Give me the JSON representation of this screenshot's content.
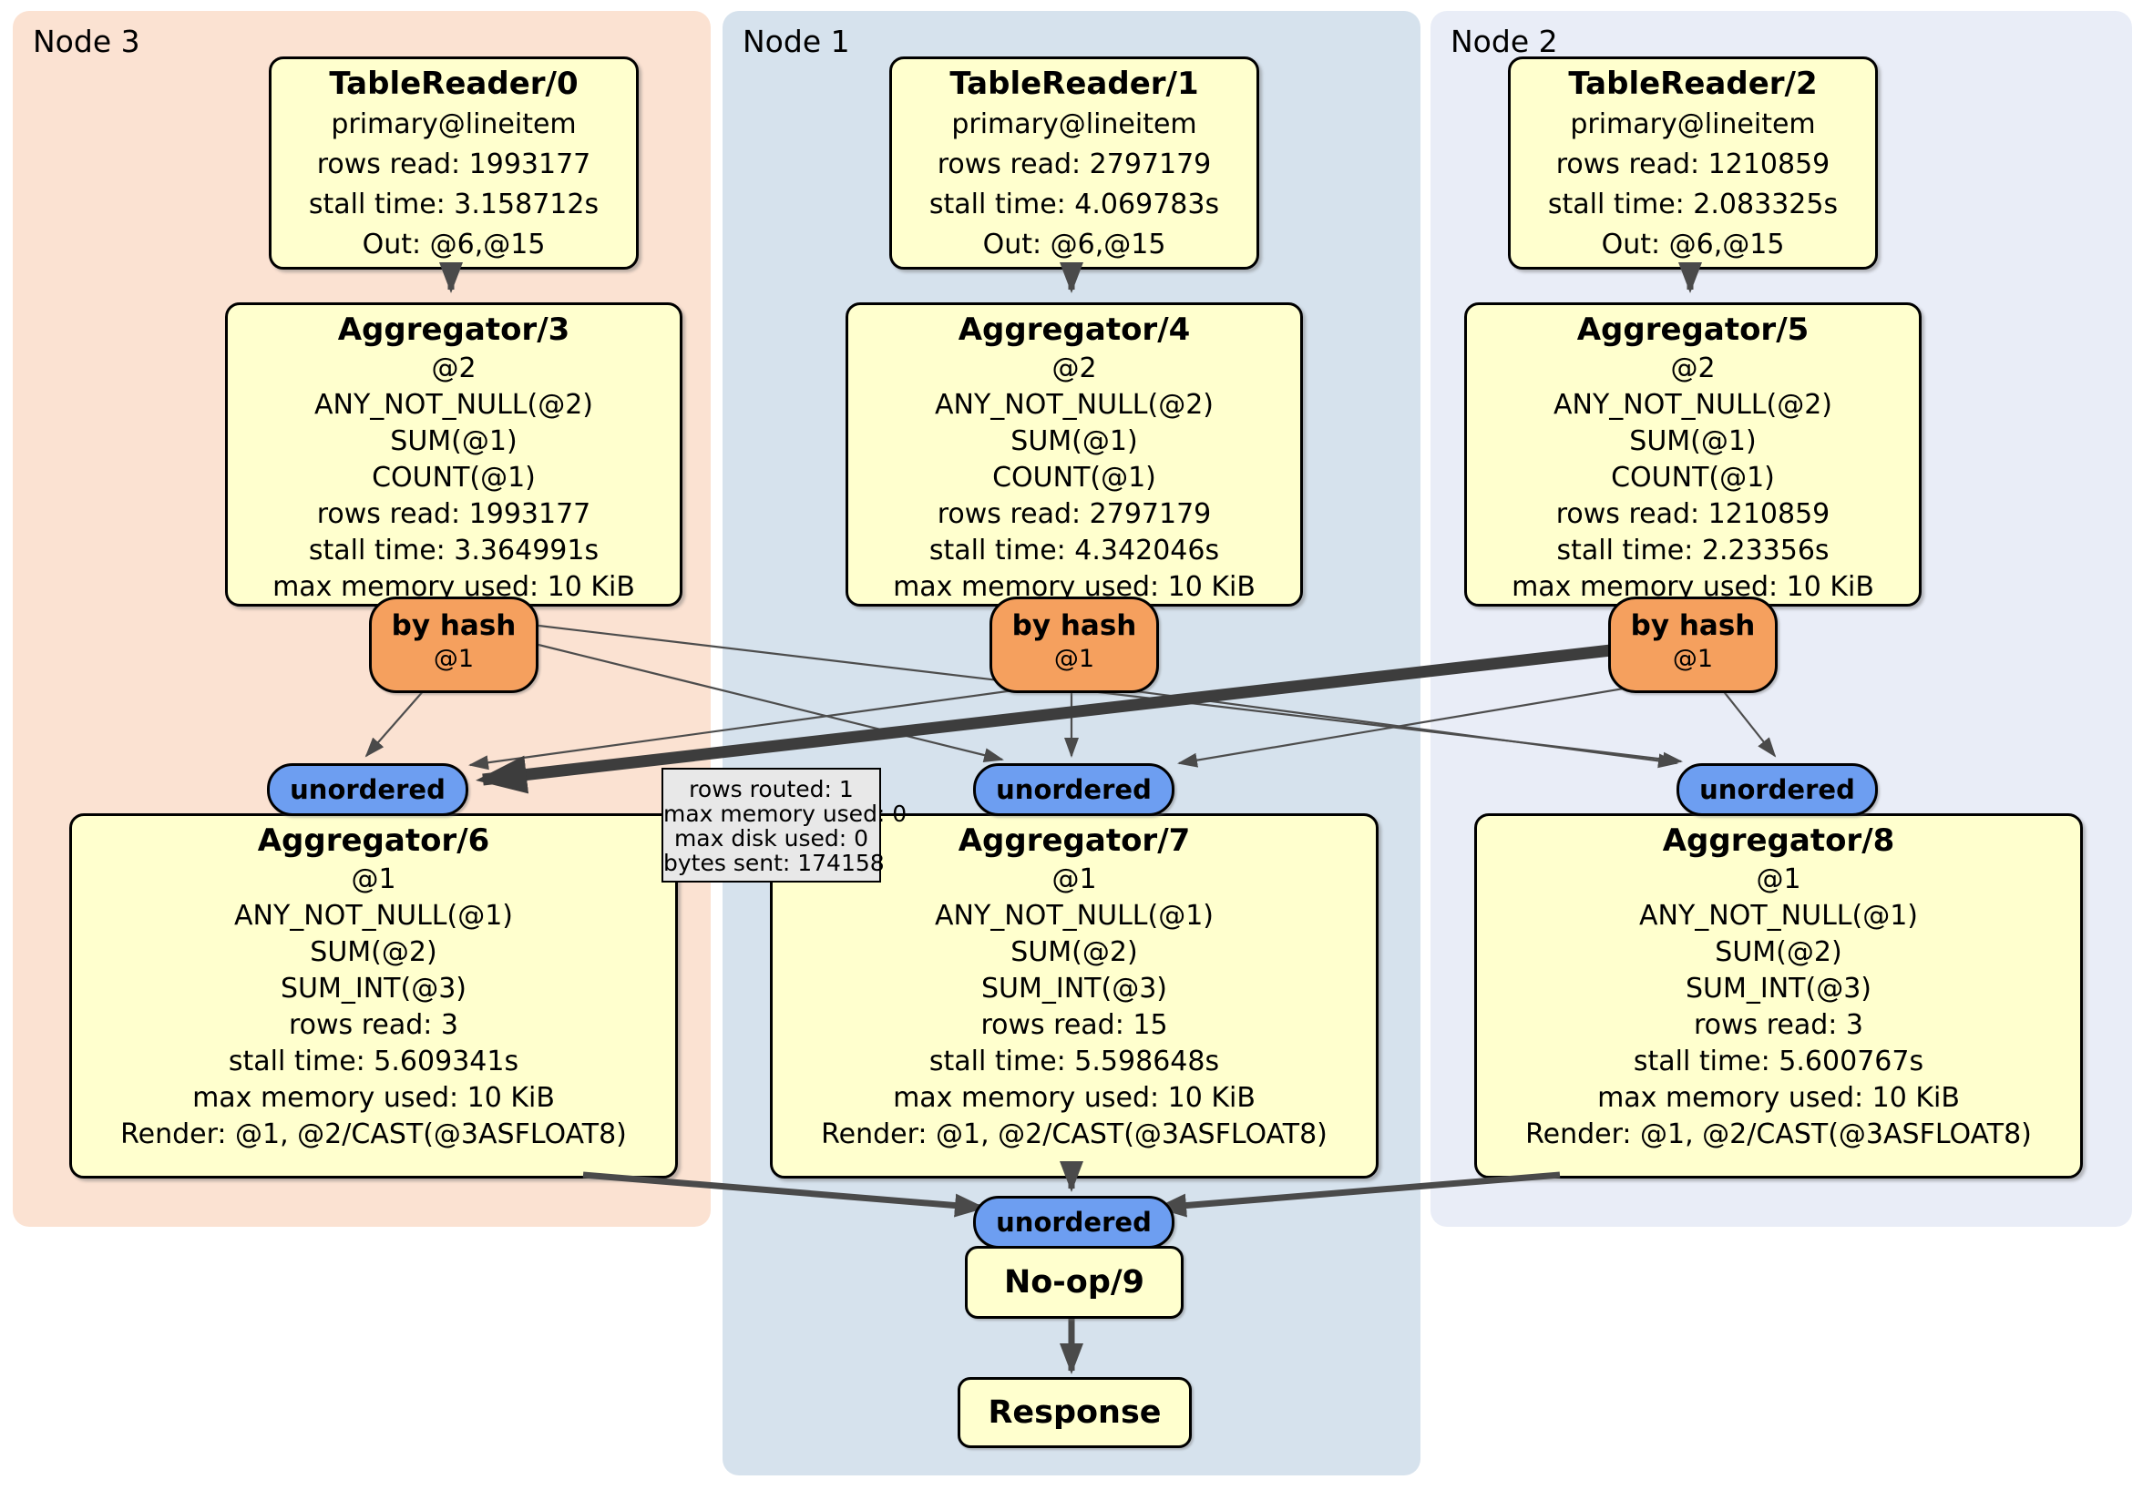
{
  "regions": [
    {
      "label": "Node 3"
    },
    {
      "label": "Node 1"
    },
    {
      "label": "Node 2"
    }
  ],
  "processors": {
    "tr0": {
      "title": "TableReader/0",
      "lines": [
        "primary@lineitem",
        "rows read: 1993177",
        "stall time: 3.158712s",
        "Out: @6,@15"
      ]
    },
    "tr1": {
      "title": "TableReader/1",
      "lines": [
        "primary@lineitem",
        "rows read: 2797179",
        "stall time: 4.069783s",
        "Out: @6,@15"
      ]
    },
    "tr2": {
      "title": "TableReader/2",
      "lines": [
        "primary@lineitem",
        "rows read: 1210859",
        "stall time: 2.083325s",
        "Out: @6,@15"
      ]
    },
    "agg3": {
      "title": "Aggregator/3",
      "lines": [
        "@2",
        "ANY_NOT_NULL(@2)",
        "SUM(@1)",
        "COUNT(@1)",
        "rows read: 1993177",
        "stall time: 3.364991s",
        "max memory used: 10 KiB"
      ]
    },
    "agg4": {
      "title": "Aggregator/4",
      "lines": [
        "@2",
        "ANY_NOT_NULL(@2)",
        "SUM(@1)",
        "COUNT(@1)",
        "rows read: 2797179",
        "stall time: 4.342046s",
        "max memory used: 10 KiB"
      ]
    },
    "agg5": {
      "title": "Aggregator/5",
      "lines": [
        "@2",
        "ANY_NOT_NULL(@2)",
        "SUM(@1)",
        "COUNT(@1)",
        "rows read: 1210859",
        "stall time: 2.23356s",
        "max memory used: 10 KiB"
      ]
    },
    "agg6": {
      "title": "Aggregator/6",
      "lines": [
        "@1",
        "ANY_NOT_NULL(@1)",
        "SUM(@2)",
        "SUM_INT(@3)",
        "rows read: 3",
        "stall time: 5.609341s",
        "max memory used: 10 KiB",
        "Render: @1, @2/CAST(@3ASFLOAT8)"
      ]
    },
    "agg7": {
      "title": "Aggregator/7",
      "lines": [
        "@1",
        "ANY_NOT_NULL(@1)",
        "SUM(@2)",
        "SUM_INT(@3)",
        "rows read: 15",
        "stall time: 5.598648s",
        "max memory used: 10 KiB",
        "Render: @1, @2/CAST(@3ASFLOAT8)"
      ]
    },
    "agg8": {
      "title": "Aggregator/8",
      "lines": [
        "@1",
        "ANY_NOT_NULL(@1)",
        "SUM(@2)",
        "SUM_INT(@3)",
        "rows read: 3",
        "stall time: 5.600767s",
        "max memory used: 10 KiB",
        "Render: @1, @2/CAST(@3ASFLOAT8)"
      ]
    },
    "noop": {
      "title": "No-op/9"
    },
    "response": {
      "title": "Response"
    }
  },
  "routers": [
    {
      "label": "by hash",
      "detail": "@1"
    },
    {
      "label": "by hash",
      "detail": "@1"
    },
    {
      "label": "by hash",
      "detail": "@1"
    }
  ],
  "streams": [
    {
      "label": "unordered"
    },
    {
      "label": "unordered"
    },
    {
      "label": "unordered"
    },
    {
      "label": "unordered"
    }
  ],
  "tooltip": {
    "lines": [
      "rows routed: 1",
      "max memory used: 0",
      "max disk used: 0",
      "bytes sent: 174158"
    ]
  },
  "colors": {
    "node3_bg": "#FBE2D2",
    "node1_bg": "#D6E2ED",
    "node2_bg": "#E9EDF7",
    "processor_bg": "#FFFFCE",
    "router_bg": "#F5A05E",
    "stream_bg": "#6D9EF1",
    "tooltip_bg": "#E8E8E8",
    "edge": "#4A4A4A"
  }
}
